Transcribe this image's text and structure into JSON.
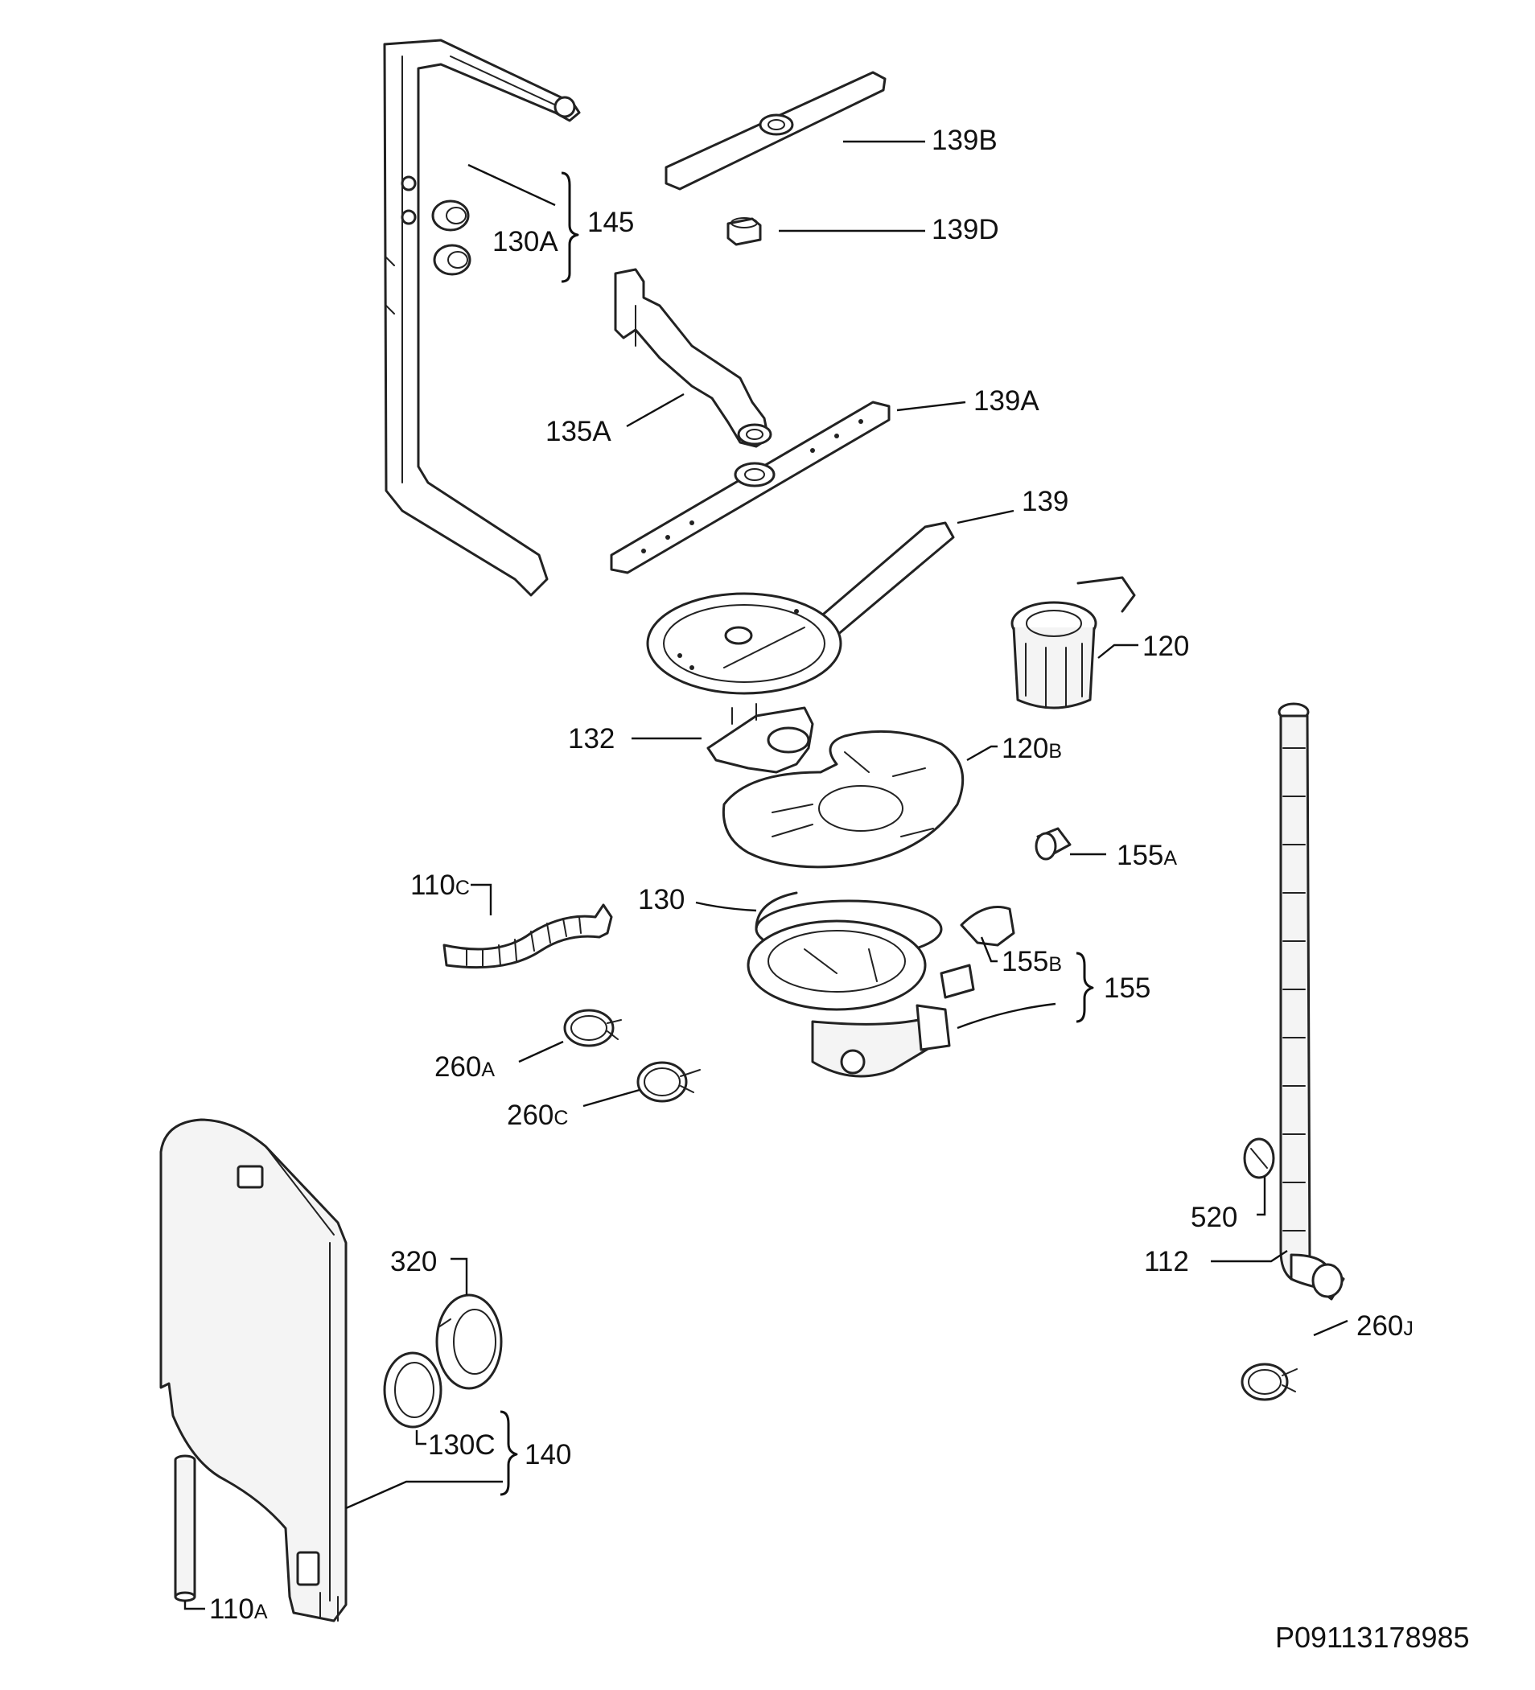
{
  "diagram": {
    "reference_code": "P09113178985",
    "labels": {
      "l139B": {
        "main": "139B"
      },
      "l145": {
        "main": "145"
      },
      "l130A": {
        "main": "130A"
      },
      "l139D": {
        "main": "139D"
      },
      "l135A": {
        "main": "135A"
      },
      "l139A": {
        "main": "139A"
      },
      "l139": {
        "main": "139"
      },
      "l120": {
        "main": "120"
      },
      "l132": {
        "main": "132"
      },
      "l120B": {
        "main": "120",
        "suffix": "B"
      },
      "l155A": {
        "main": "155",
        "suffix": "A"
      },
      "l110C": {
        "main": "110",
        "suffix": "C"
      },
      "l130": {
        "main": "130"
      },
      "l155B": {
        "main": "155",
        "suffix": "B"
      },
      "l155": {
        "main": "155"
      },
      "l260A": {
        "main": "260",
        "suffix": "A"
      },
      "l260C": {
        "main": "260",
        "suffix": "C"
      },
      "l520": {
        "main": "520"
      },
      "l112": {
        "main": "112"
      },
      "l320": {
        "main": "320"
      },
      "l260J": {
        "main": "260",
        "suffix": "J"
      },
      "l130C": {
        "main": "130C"
      },
      "l140": {
        "main": "140"
      },
      "l110A": {
        "main": "110",
        "suffix": "A"
      }
    }
  }
}
